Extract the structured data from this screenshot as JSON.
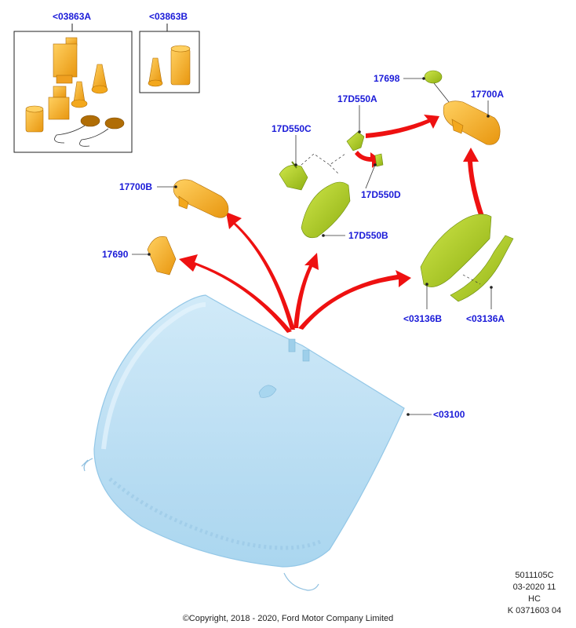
{
  "labels": {
    "kit_a": "<03863A",
    "kit_b": "<03863B",
    "p17698": "17698",
    "p17700a": "17700A",
    "p17d550a": "17D550A",
    "p17d550c": "17D550C",
    "p17d550d": "17D550D",
    "p17d550b": "17D550B",
    "p17700b": "17700B",
    "p17690": "17690",
    "p03136b": "<03136B",
    "p03136a": "<03136A",
    "p03100": "<03100"
  },
  "meta": {
    "line1": "5011105C",
    "line2": "03-2020 11",
    "line3": "HC",
    "line4": "K 0371603 04"
  },
  "copyright": "©Copyright, 2018 - 2020, Ford Motor Company Limited",
  "colors": {
    "label_blue": "#1a1ad8",
    "arrow_red": "#ee1111",
    "glass_blue": "#b8def2",
    "part_orange": "#f3a81d",
    "part_green": "#a9cc1a"
  }
}
